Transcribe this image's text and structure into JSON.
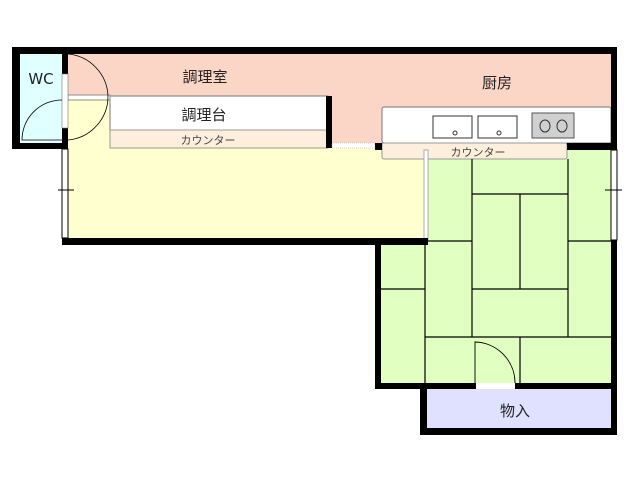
{
  "rooms": {
    "wc": "WC",
    "cooking_room": "調理室",
    "kitchen": "厨房",
    "cooking_table": "調理台",
    "counter_left": "カウンター",
    "counter_right": "カウンター",
    "storage": "物入"
  },
  "colors": {
    "wc": "#e0ffff",
    "kitchen": "#fbd5c5",
    "dining": "#ffffd0",
    "counter": "#fdefdc",
    "tatami": "#e0ffc0",
    "storage": "#e0e0ff",
    "wall": "#000000"
  }
}
